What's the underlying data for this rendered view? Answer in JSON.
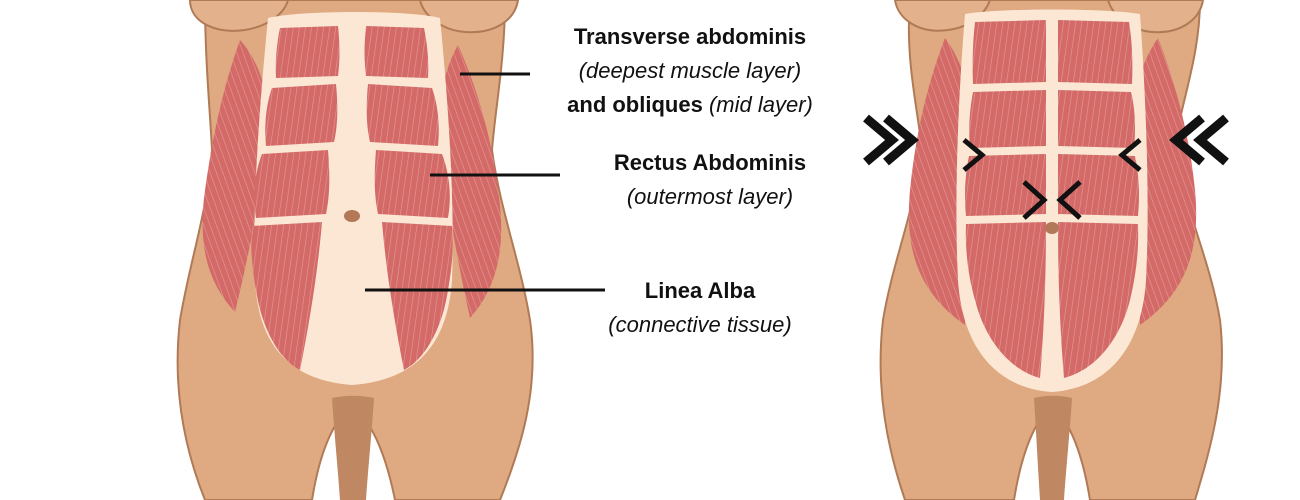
{
  "labels": {
    "transverse": {
      "name": "Transverse abdominis",
      "note": "(deepest muscle layer)",
      "name2": "and obliques",
      "note2": "(mid layer)"
    },
    "rectus": {
      "name": "Rectus Abdominis",
      "note": "(outermost layer)"
    },
    "linea": {
      "name": "Linea Alba",
      "note": "(connective tissue)"
    }
  },
  "colors": {
    "skin": "#dfaa82",
    "skin_dark": "#c88c66",
    "skin_outline": "#a87250",
    "inner_panel": "#fbe7d3",
    "muscle": "#d36a68",
    "muscle_line": "#e9a39f",
    "belly_button": "#b3785a",
    "leader_line": "#111111"
  },
  "icons": [
    "double-chevron-right-icon",
    "double-chevron-left-icon",
    "chevron-right-icon",
    "chevron-left-icon"
  ]
}
